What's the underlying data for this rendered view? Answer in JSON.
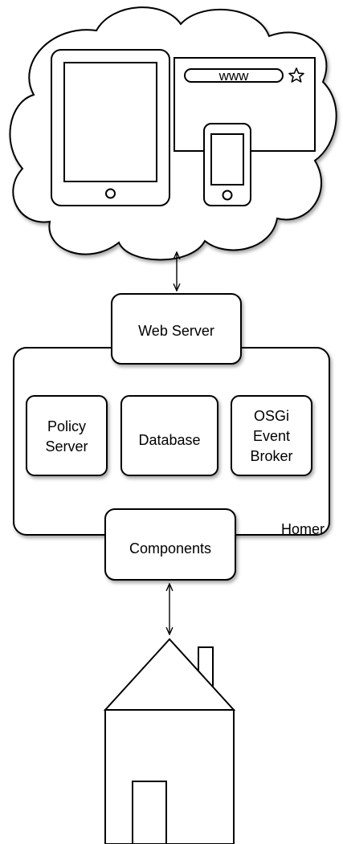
{
  "cloud": {
    "browser_url": "www",
    "icons": [
      "tablet-icon",
      "browser-window-icon",
      "star-icon",
      "smartphone-icon"
    ]
  },
  "web_server": {
    "label": "Web Server"
  },
  "homer": {
    "label": "Homer",
    "policy_server": {
      "line1": "Policy",
      "line2": "Server"
    },
    "database": {
      "label": "Database"
    },
    "osgi": {
      "line1": "OSGi",
      "line2": "Event",
      "line3": "Broker"
    }
  },
  "components": {
    "label": "Components"
  },
  "house": {
    "icon": "house-icon"
  },
  "colors": {
    "stroke": "#000000",
    "fill": "#ffffff"
  }
}
